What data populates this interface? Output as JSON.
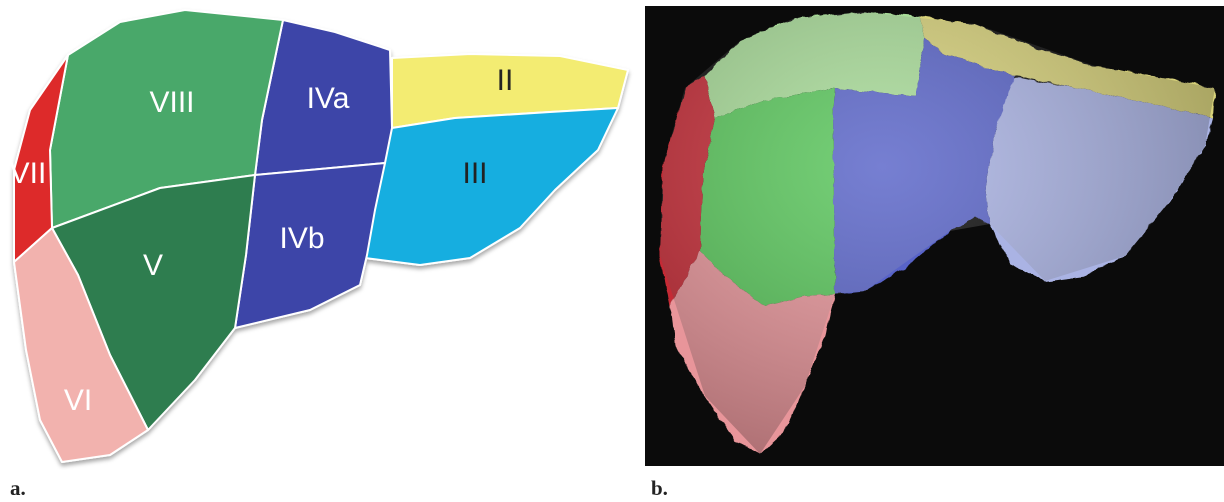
{
  "panels": [
    {
      "letter": "a.",
      "segments": {
        "II": "II",
        "III": "III",
        "IVa": "IVa",
        "IVb": "IVb",
        "V": "V",
        "VI": "VI",
        "VII": "VII",
        "VIII": "VIII"
      }
    },
    {
      "letter": "b."
    }
  ],
  "colors": {
    "seg2": "#f3ec72",
    "seg3": "#16aee0",
    "seg4": "#3d45a8",
    "seg5": "#2f7d4f",
    "seg6": "#f2b2ae",
    "seg7": "#dd2a2a",
    "seg8": "#4aa86a",
    "render_bg": "#0b0b0b",
    "render_green": "#59c65a",
    "render_lightgreen": "#a8dc98",
    "render_blue": "#5863c8",
    "render_lightblue": "#aab3e4",
    "render_pink": "#e8959a",
    "render_red": "#c52a35",
    "render_yellow": "#d8d27a"
  }
}
